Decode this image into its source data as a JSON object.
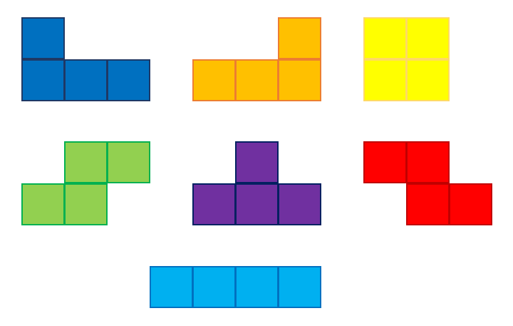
{
  "pieces": [
    {
      "name": "blue-j-tetromino",
      "fill": "#0070C0",
      "stroke": "#1F3864",
      "cells": [
        [
          0,
          0
        ],
        [
          0,
          1
        ],
        [
          1,
          1
        ],
        [
          2,
          1
        ]
      ]
    },
    {
      "name": "orange-l-tetromino",
      "fill": "#FFC000",
      "stroke": "#ED7D31",
      "cells": [
        [
          2,
          0
        ],
        [
          0,
          1
        ],
        [
          1,
          1
        ],
        [
          2,
          1
        ]
      ]
    },
    {
      "name": "yellow-o-tetromino",
      "fill": "#FFFF00",
      "stroke": "#FFD966",
      "cells": [
        [
          0,
          0
        ],
        [
          1,
          0
        ],
        [
          0,
          1
        ],
        [
          1,
          1
        ]
      ]
    },
    {
      "name": "green-s-tetromino",
      "fill": "#92D050",
      "stroke": "#00B050",
      "cells": [
        [
          1,
          0
        ],
        [
          2,
          0
        ],
        [
          0,
          1
        ],
        [
          1,
          1
        ]
      ]
    },
    {
      "name": "purple-t-tetromino",
      "fill": "#7030A0",
      "stroke": "#002060",
      "cells": [
        [
          1,
          0
        ],
        [
          0,
          1
        ],
        [
          1,
          1
        ],
        [
          2,
          1
        ]
      ]
    },
    {
      "name": "red-z-tetromino",
      "fill": "#FF0000",
      "stroke": "#C00000",
      "cells": [
        [
          0,
          0
        ],
        [
          1,
          0
        ],
        [
          1,
          1
        ],
        [
          2,
          1
        ]
      ]
    },
    {
      "name": "cyan-i-tetromino",
      "fill": "#00B0F0",
      "stroke": "#0070C0",
      "cells": [
        [
          0,
          0
        ],
        [
          1,
          0
        ],
        [
          2,
          0
        ],
        [
          3,
          0
        ]
      ]
    }
  ]
}
